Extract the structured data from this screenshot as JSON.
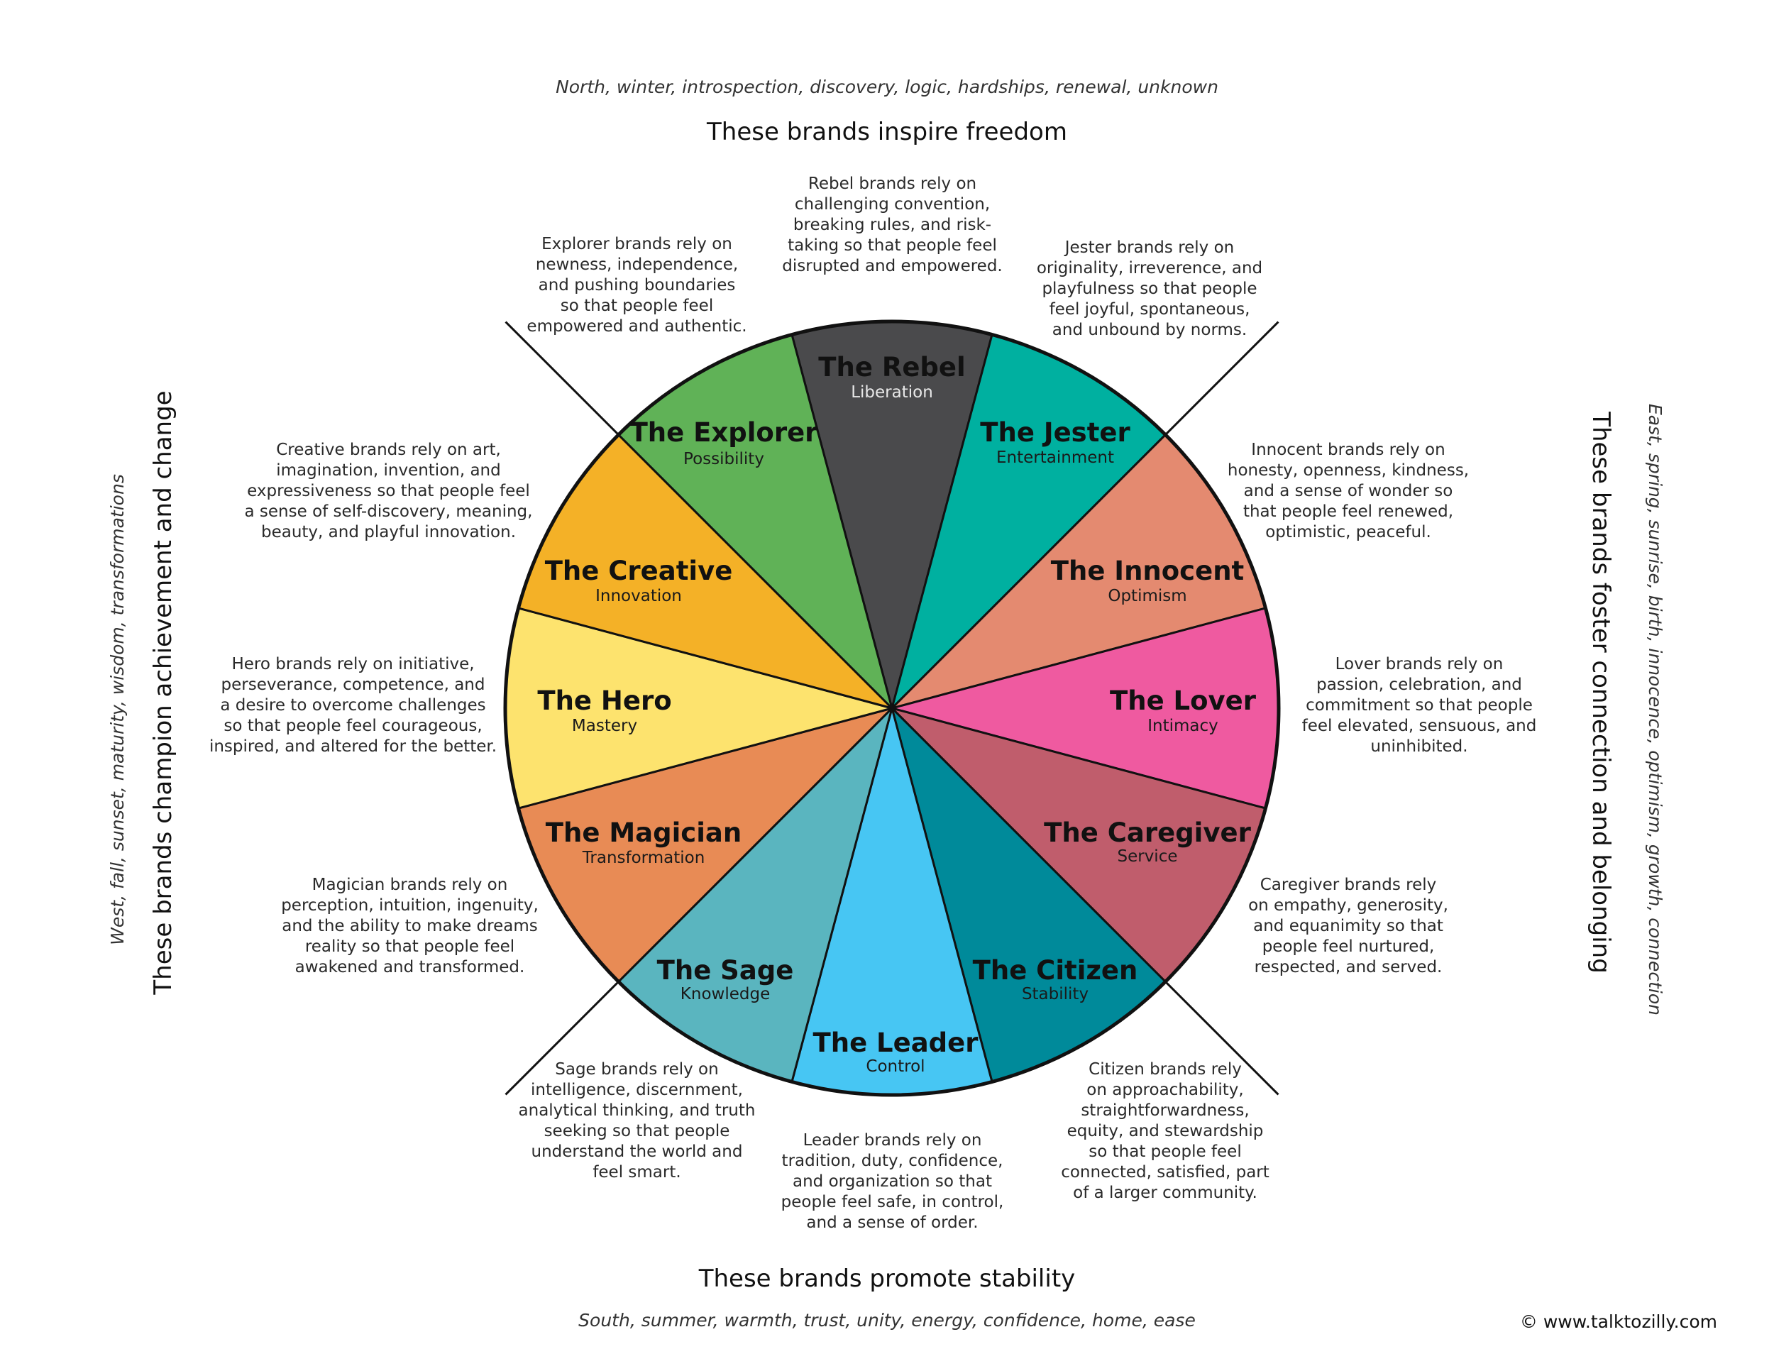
{
  "top": {
    "subtitle": "North, winter, introspection, discovery, logic, hardships, renewal, unknown",
    "title": "These brands inspire freedom"
  },
  "bottom": {
    "title": "These brands promote stability",
    "subtitle": "South, summer, warmth, trust, unity, energy, confidence, home, ease"
  },
  "left": {
    "title": "These brands champion achievement and change",
    "subtitle": "West, fall, sunset, maturity, wisdom, transformations"
  },
  "right": {
    "title": "These brands foster connection and belonging",
    "subtitle": "East, spring, sunrise, birth, innocence, optimism, growth, connection"
  },
  "credit": "© www.talktozilly.com",
  "archetypes": [
    {
      "name": "The Rebel",
      "trait": "Liberation",
      "color": "#4a4a4c",
      "trait_color": "#e8e8e8",
      "description": "Rebel brands rely on\nchallenging convention,\nbreaking rules, and risk-\ntaking so that people feel\ndisrupted and empowered."
    },
    {
      "name": "The Jester",
      "trait": "Entertainment",
      "color": "#00b0a0",
      "trait_color": "#1a1a1a",
      "description": "Jester brands rely on\noriginality, irreverence, and\nplayfulness so that people\nfeel joyful, spontaneous,\nand unbound by norms."
    },
    {
      "name": "The Innocent",
      "trait": "Optimism",
      "color": "#e48a70",
      "trait_color": "#1a1a1a",
      "description": "Innocent brands rely on\nhonesty, openness, kindness,\nand a sense of wonder so\nthat people feel renewed,\noptimistic, peaceful."
    },
    {
      "name": "The Lover",
      "trait": "Intimacy",
      "color": "#ef5aa0",
      "trait_color": "#1a1a1a",
      "description": "Lover brands rely on\npassion, celebration, and\ncommitment so that people\nfeel elevated, sensuous, and\nuninhibited."
    },
    {
      "name": "The Caregiver",
      "trait": "Service",
      "color": "#c05d6c",
      "trait_color": "#1a1a1a",
      "description": "Caregiver brands rely\non empathy, generosity,\nand equanimity so that\npeople feel nurtured,\nrespected, and served."
    },
    {
      "name": "The Citizen",
      "trait": "Stability",
      "color": "#008a9a",
      "trait_color": "#1a1a1a",
      "description": "Citizen brands rely\non approachability,\nstraightforwardness,\nequity, and stewardship\nso that people feel\nconnected, satisfied, part\nof a larger community."
    },
    {
      "name": "The Leader",
      "trait": "Control",
      "color": "#47c6f3",
      "trait_color": "#1a1a1a",
      "description": "Leader brands rely on\ntradition, duty, confidence,\nand organization so that\npeople feel safe, in control,\nand a sense of order."
    },
    {
      "name": "The Sage",
      "trait": "Knowledge",
      "color": "#5ab5bf",
      "trait_color": "#1a1a1a",
      "description": "Sage brands rely on\nintelligence, discernment,\nanalytical thinking, and truth\nseeking so that people\nunderstand the world and\nfeel smart."
    },
    {
      "name": "The Magician",
      "trait": "Transformation",
      "color": "#e88b55",
      "trait_color": "#1a1a1a",
      "description": "Magician brands rely on\nperception, intuition, ingenuity,\nand the ability to make dreams\nreality so that people feel\nawakened and transformed."
    },
    {
      "name": "The Hero",
      "trait": "Mastery",
      "color": "#fde36e",
      "trait_color": "#1a1a1a",
      "description": "Hero brands rely on initiative,\nperseverance, competence, and\na desire to overcome challenges\nso that people feel courageous,\ninspired, and altered for the better."
    },
    {
      "name": "The Creative",
      "trait": "Innovation",
      "color": "#f4b127",
      "trait_color": "#1a1a1a",
      "description": "Creative brands rely on art,\nimagination, invention, and\nexpressiveness so that people feel\na sense of self-discovery, meaning,\nbeauty, and playful innovation."
    },
    {
      "name": "The Explorer",
      "trait": "Possibility",
      "color": "#60b257",
      "trait_color": "#1a1a1a",
      "description": "Explorer brands rely on\nnewness, independence,\nand pushing boundaries\nso that people feel\nempowered and authentic."
    }
  ]
}
